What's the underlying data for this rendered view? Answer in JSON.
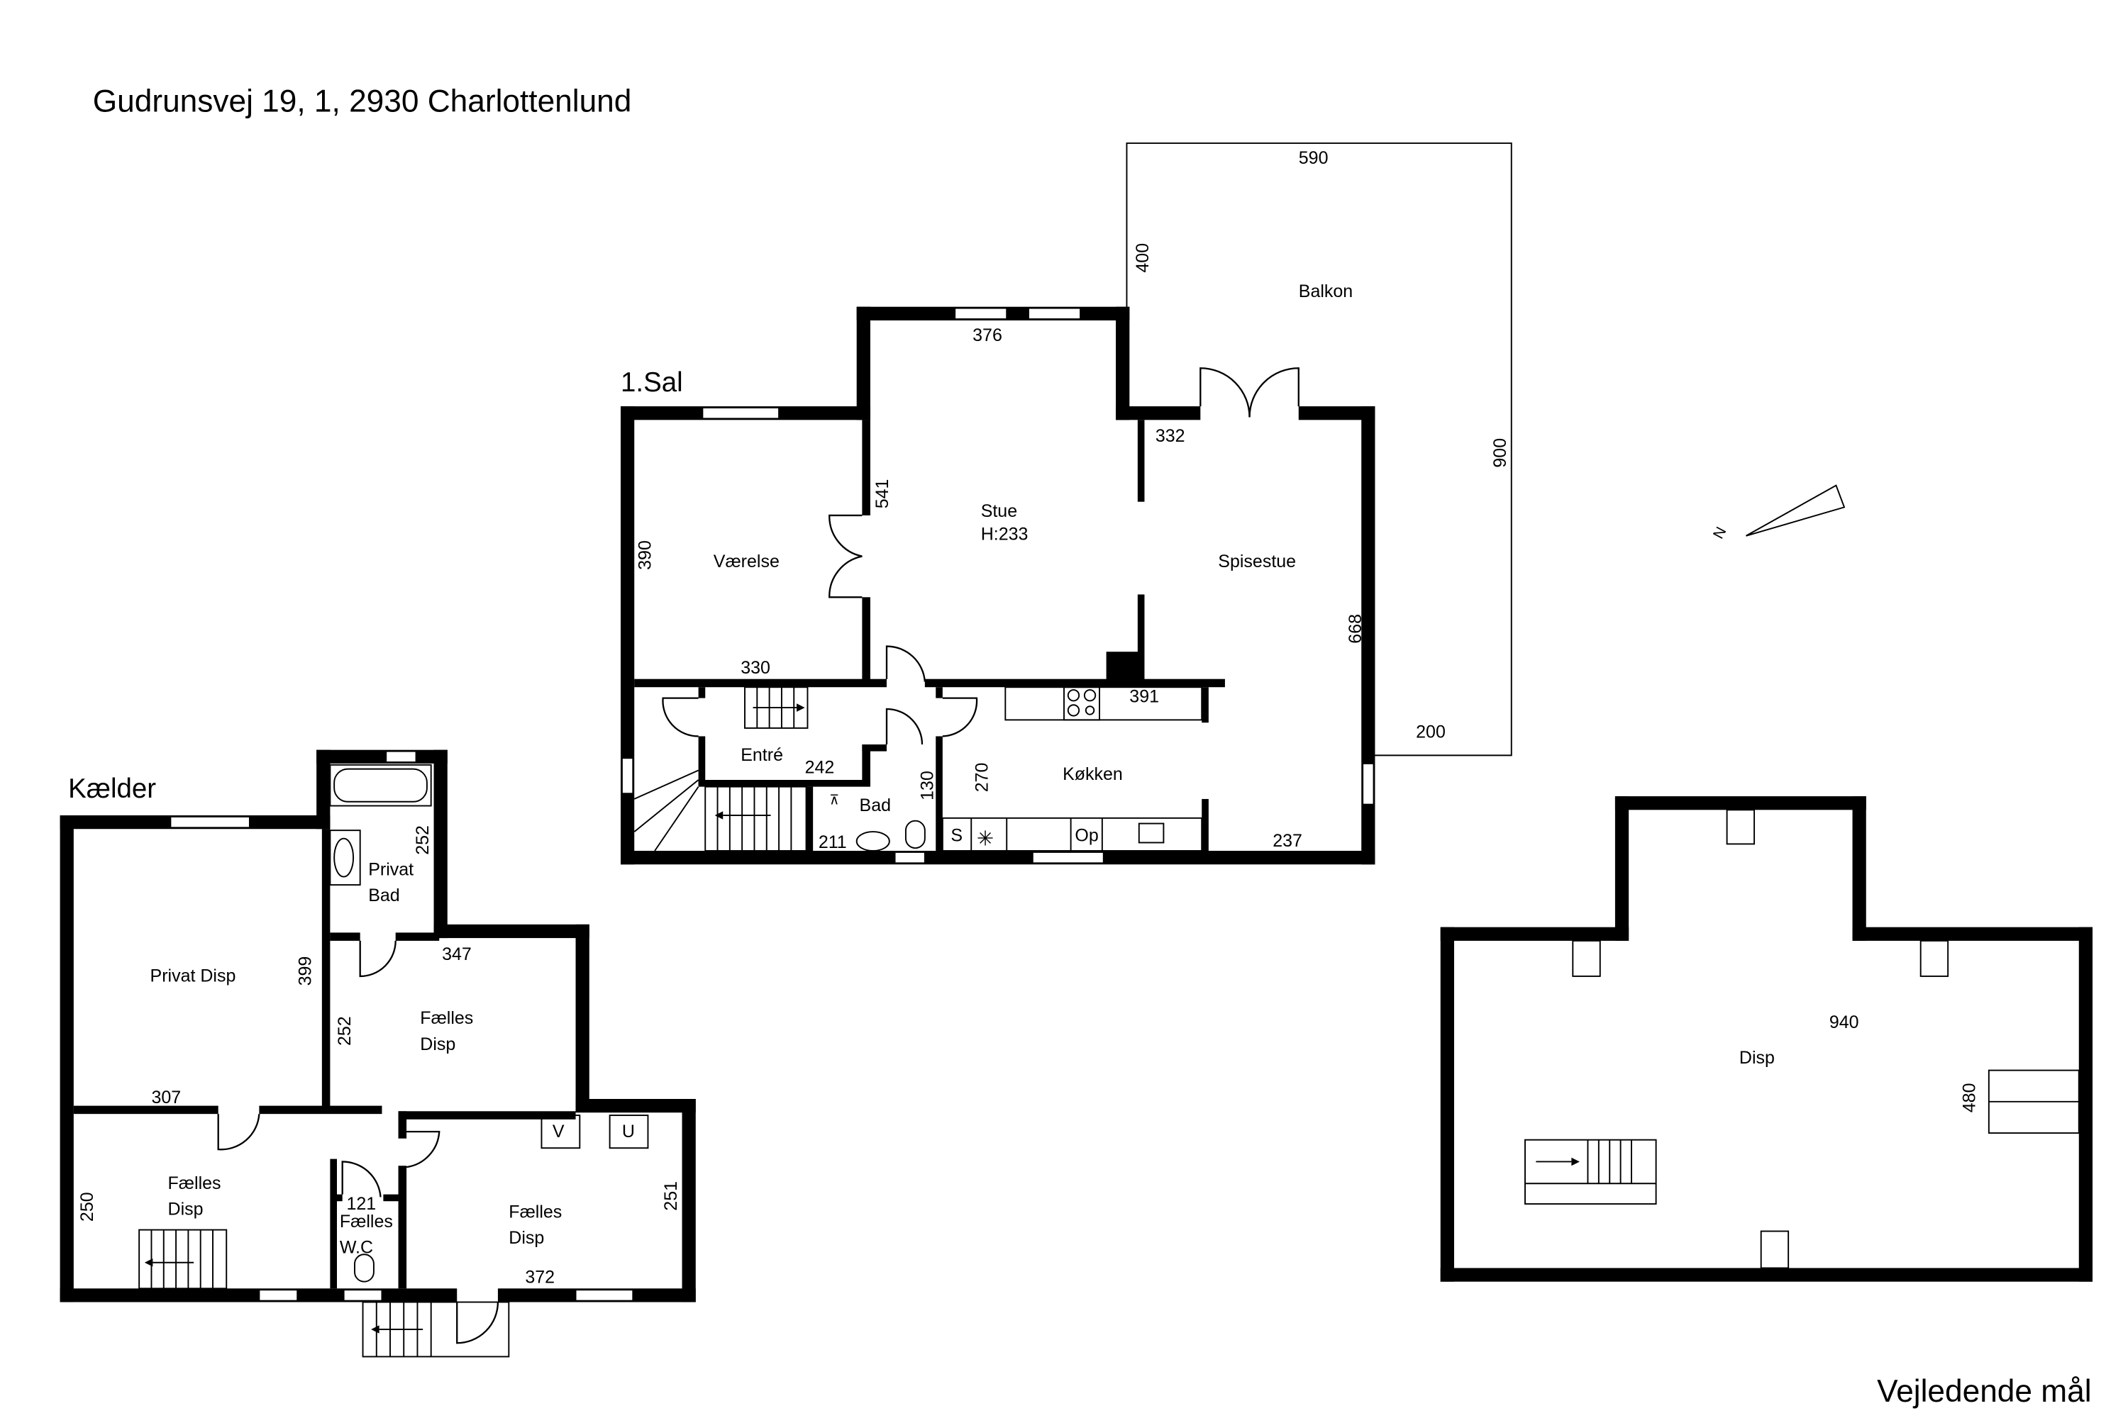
{
  "title": "Gudrunsvej 19, 1, 2930 Charlottenlund",
  "footer": "Vejledende mål",
  "compass": {
    "label": "N",
    "icon": "north-arrow-icon"
  },
  "first_floor": {
    "label": "1.Sal",
    "rooms": {
      "vaerelse": "Værelse",
      "stue": "Stue",
      "stue_height": "H:233",
      "spisestue": "Spisestue",
      "entre": "Entré",
      "bad": "Bad",
      "kokken": "Køkken",
      "balkon": "Balkon"
    },
    "fixtures": {
      "sink": "S",
      "dishwasher": "Op"
    },
    "dimensions": {
      "stue_width": "376",
      "stue_depth": "541",
      "vaerelse_depth": "390",
      "vaerelse_width": "330",
      "spisestue_width": "332",
      "spisestue_depth": "668",
      "kokken_width": "391",
      "kokken_depth": "270",
      "entre_width": "242",
      "bad_depth": "130",
      "bad_width": "211",
      "bottom_right": "237",
      "balkon_width": "590",
      "balkon_depth_left": "400",
      "balkon_depth": "900",
      "balkon_bottom": "200"
    }
  },
  "basement": {
    "label": "Kælder",
    "rooms": {
      "privat_bad_1": "Privat",
      "privat_bad_2": "Bad",
      "privat_disp": "Privat Disp",
      "faelles_disp_mid_1": "Fælles",
      "faelles_disp_mid_2": "Disp",
      "faelles_disp_left_1": "Fælles",
      "faelles_disp_left_2": "Disp",
      "faelles_disp_right_1": "Fælles",
      "faelles_disp_right_2": "Disp",
      "faelles_wc_1": "Fælles",
      "faelles_wc_2": "W.C"
    },
    "fixtures": {
      "v": "V",
      "u": "U"
    },
    "dimensions": {
      "bad_depth": "252",
      "privat_disp_depth": "399",
      "mid_width": "347",
      "mid_depth": "252",
      "privat_disp_width": "307",
      "left_depth": "250",
      "wc_width": "121",
      "right_depth": "251",
      "right_width": "372"
    }
  },
  "attic": {
    "room": "Disp",
    "dimensions": {
      "width": "940",
      "depth": "480"
    }
  }
}
